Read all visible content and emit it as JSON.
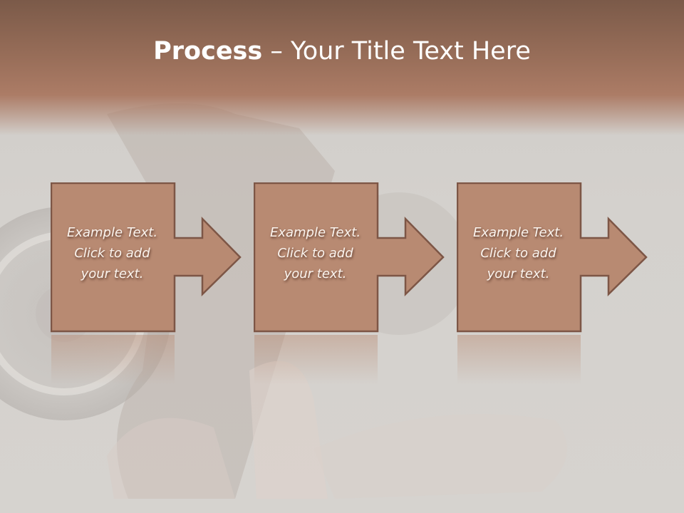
{
  "slide": {
    "title": {
      "bold": "Process",
      "rest": " – Your Title Text Here"
    },
    "steps": [
      {
        "line1": "Example Text.",
        "line2": "Click  to add",
        "line3": "your text."
      },
      {
        "line1": "Example Text.",
        "line2": "Click  to add",
        "line3": "your text."
      },
      {
        "line1": "Example Text.",
        "line2": "Click  to add",
        "line3": "your text."
      }
    ],
    "colors": {
      "header_top": "#7b5a49",
      "header_bottom": "#ac7c66",
      "shape_fill": "#b88a72",
      "shape_border": "#7d5646",
      "background": "#d3d0cc"
    }
  }
}
